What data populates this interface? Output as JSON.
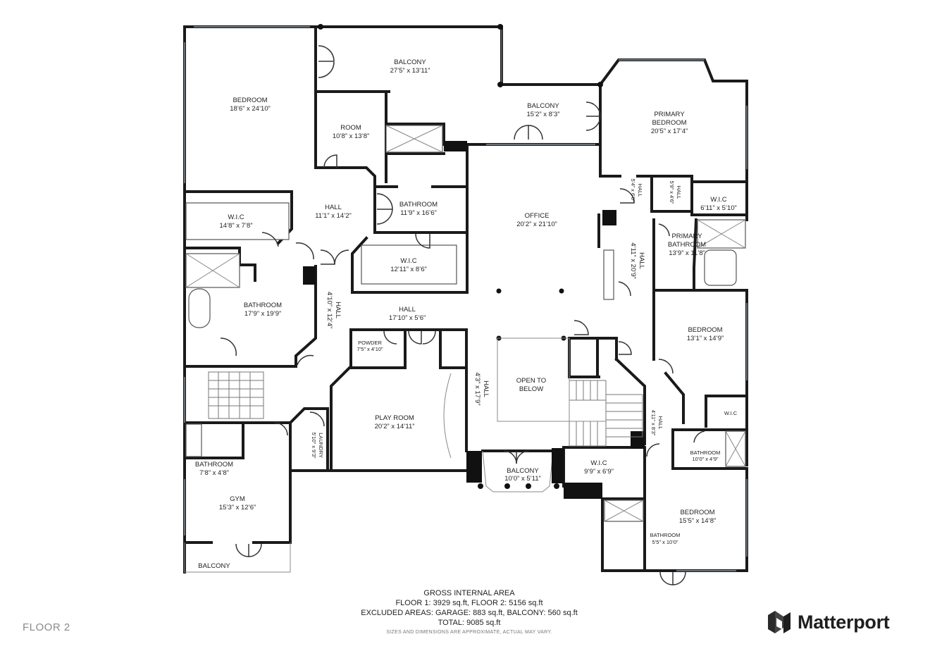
{
  "rooms": {
    "bedroom_w": {
      "name": "BEDROOM",
      "dim": "18’6” x 24’10”"
    },
    "balcony_top": {
      "name": "BALCONY",
      "dim": "27’5” x 13’11”"
    },
    "room": {
      "name": "ROOM",
      "dim": "10’8” x 13’8”"
    },
    "balcony_mid": {
      "name": "BALCONY",
      "dim": "15’2” x 8’3”"
    },
    "primary_bedroom": {
      "name": "PRIMARY",
      "name2": "BEDROOM",
      "dim": "20’5” x 17’4”"
    },
    "wic_w": {
      "name": "W.I.C",
      "dim": "14’8” x 7’8”"
    },
    "hall_center": {
      "name": "HALL",
      "dim": "11’1” x 14’2”"
    },
    "bathroom_mid": {
      "name": "BATHROOM",
      "dim": "11’9” x 16’6”"
    },
    "office": {
      "name": "OFFICE",
      "dim": "20’2” x 21’10”"
    },
    "hall_v1": {
      "name": "HALL",
      "dim": "5’4” x 6’0”"
    },
    "hall_v2": {
      "name": "HALL",
      "dim": "5’9” x 4’6”"
    },
    "wic_ne": {
      "name": "W.I.C",
      "dim": "6’11” x 5’10”"
    },
    "primary_bathroom": {
      "name": "PRIMARY",
      "name2": "BATHROOM",
      "dim": "13’9” x 11’8”"
    },
    "hall_long": {
      "name": "HALL",
      "dim": "4’11” x 20’9”"
    },
    "wic_mid": {
      "name": "W.I.C",
      "dim": "12’11” x 8’6”"
    },
    "bathroom_w": {
      "name": "BATHROOM",
      "dim": "17’9” x 19’9”"
    },
    "hall_west": {
      "name": "HALL",
      "dim": "4’10” x 12’4”"
    },
    "hall_main": {
      "name": "HALL",
      "dim": "17’10” x 5’6”"
    },
    "bedroom_e": {
      "name": "BEDROOM",
      "dim": "13’1” x 14’9”"
    },
    "powder": {
      "name": "POWDER",
      "dim": "7’5” x 4’10”"
    },
    "open_below": {
      "name": "OPEN TO",
      "name2": "BELOW"
    },
    "hall_stair": {
      "name": "HALL",
      "dim": "4’3” x 17’9”"
    },
    "play_room": {
      "name": "PLAY ROOM",
      "dim": "20’2” x 14’11”"
    },
    "laundry": {
      "name": "LAUNDRY",
      "dim": "5’10” x 9’3”"
    },
    "wic_small": {
      "name": "W.I.C"
    },
    "hall_e": {
      "name": "HALL",
      "dim": "4’11” x 8’3”"
    },
    "bathroom_e": {
      "name": "BATHROOM",
      "dim": "10’0” x 4’9”"
    },
    "bathroom_sw": {
      "name": "BATHROOM",
      "dim": "7’8” x 4’8”"
    },
    "balcony_low": {
      "name": "BALCONY",
      "dim": "10’0” x 5’11”"
    },
    "wic_low": {
      "name": "W.I.C",
      "dim": "9’9” x 6’9”"
    },
    "gym": {
      "name": "GYM",
      "dim": "15’3” x 12’6”"
    },
    "bedroom_se": {
      "name": "BEDROOM",
      "dim": "15’5” x 14’8”"
    },
    "bathroom_se": {
      "name": "BATHROOM",
      "dim": "5’5” x 10’0”"
    },
    "balcony_sw": {
      "name": "BALCONY"
    }
  },
  "footer": {
    "heading": "GROSS INTERNAL AREA",
    "line1": "FLOOR 1: 3929 sq.ft, FLOOR 2: 5156 sq.ft",
    "line2": "EXCLUDED AREAS: GARAGE: 883 sq.ft, BALCONY: 560 sq.ft",
    "line3": "TOTAL: 9085 sq.ft",
    "disclaimer": "SIZES AND DIMENSIONS ARE APPROXIMATE, ACTUAL MAY VARY."
  },
  "floor_label": "FLOOR 2",
  "brand": {
    "name": "Matterport",
    "icon": "matterport-logo-icon"
  },
  "colors": {
    "wall": "#1a1a1a",
    "text": "#1f1f1f",
    "floor_label": "#8a8a8a"
  }
}
